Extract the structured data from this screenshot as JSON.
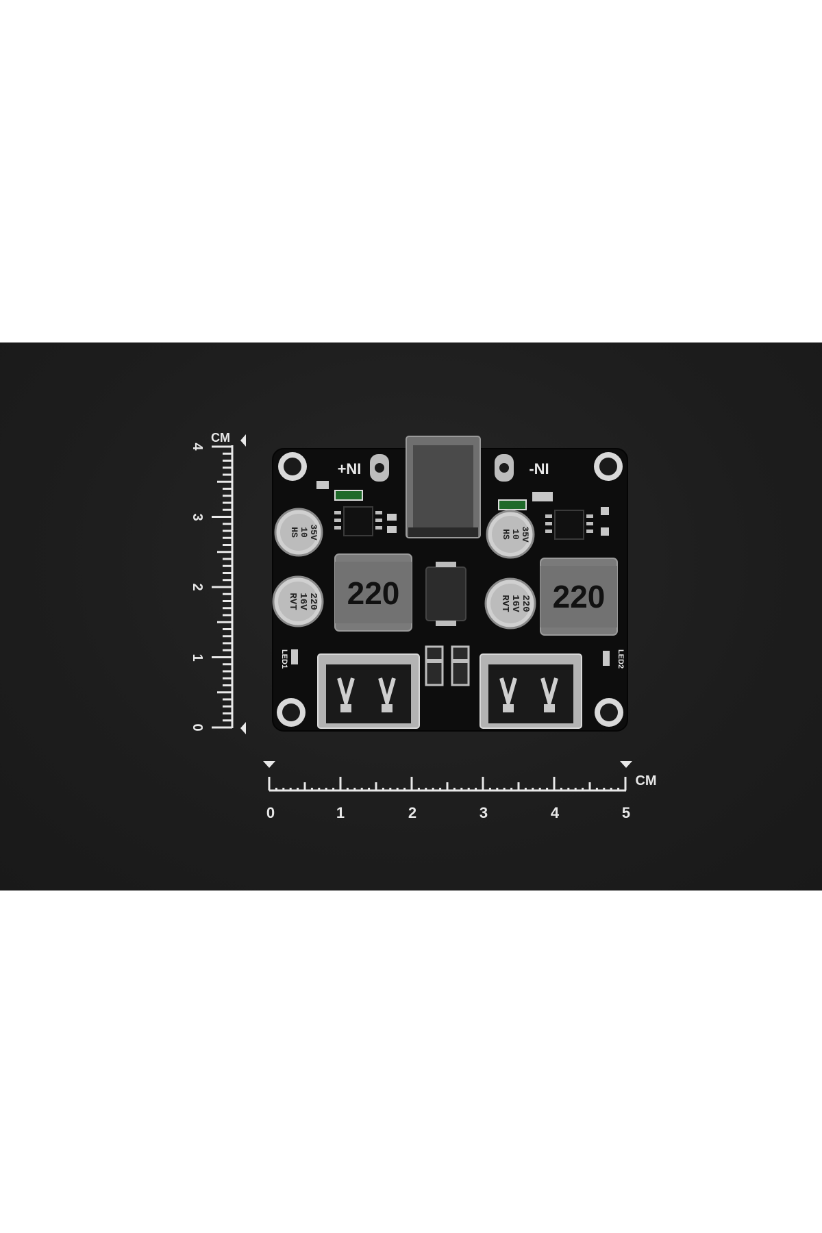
{
  "colors": {
    "background": "#ffffff",
    "photo_background": "#1e1e1e",
    "pcb": "#0d0d0d",
    "silkscreen": "#e8e8e8",
    "inductor": "#7a7a7a",
    "capacitor": "#c9c9c9"
  },
  "ruler_vertical": {
    "unit": "CM",
    "ticks": [
      "0",
      "1",
      "2",
      "3",
      "4"
    ]
  },
  "ruler_horizontal": {
    "unit": "CM",
    "ticks": [
      "0",
      "1",
      "2",
      "3",
      "4",
      "5"
    ]
  },
  "board": {
    "label_in_plus": "+NI",
    "label_in_minus": "-NI",
    "inductor_left": "220",
    "inductor_right": "220",
    "cap_small_left": [
      "35V",
      "10",
      "HS"
    ],
    "cap_small_right": [
      "35V",
      "10",
      "HS"
    ],
    "cap_large_left": [
      "220",
      "16V",
      "RVT"
    ],
    "cap_large_right": [
      "220",
      "16V",
      "RVT"
    ],
    "led1": "LED1",
    "led2": "LED2"
  }
}
